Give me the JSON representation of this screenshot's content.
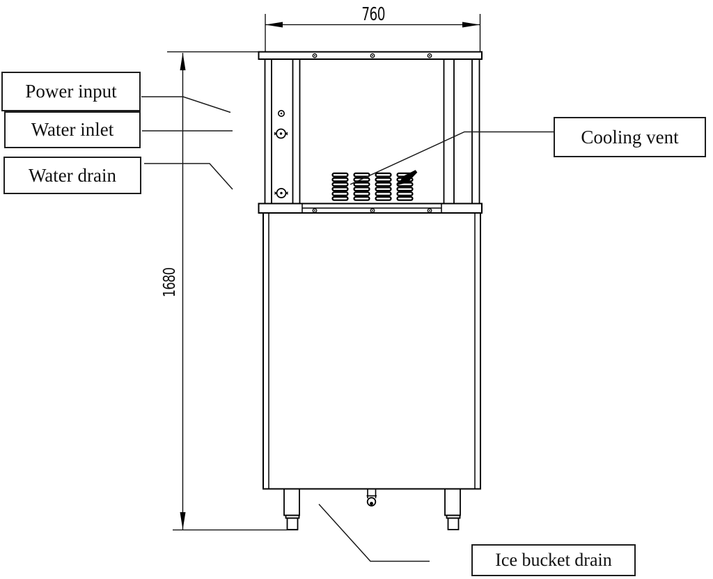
{
  "figure": {
    "kind": "technical-drawing",
    "colors": {
      "background": "#ffffff",
      "line": "#000000"
    },
    "labels": {
      "power_input": "Power input",
      "water_inlet": "Water inlet",
      "water_drain": "Water drain",
      "cooling_vent": "Cooling vent",
      "ice_bucket_drain": "Ice bucket drain"
    },
    "dimensions": {
      "width": "760",
      "height": "1680"
    }
  }
}
